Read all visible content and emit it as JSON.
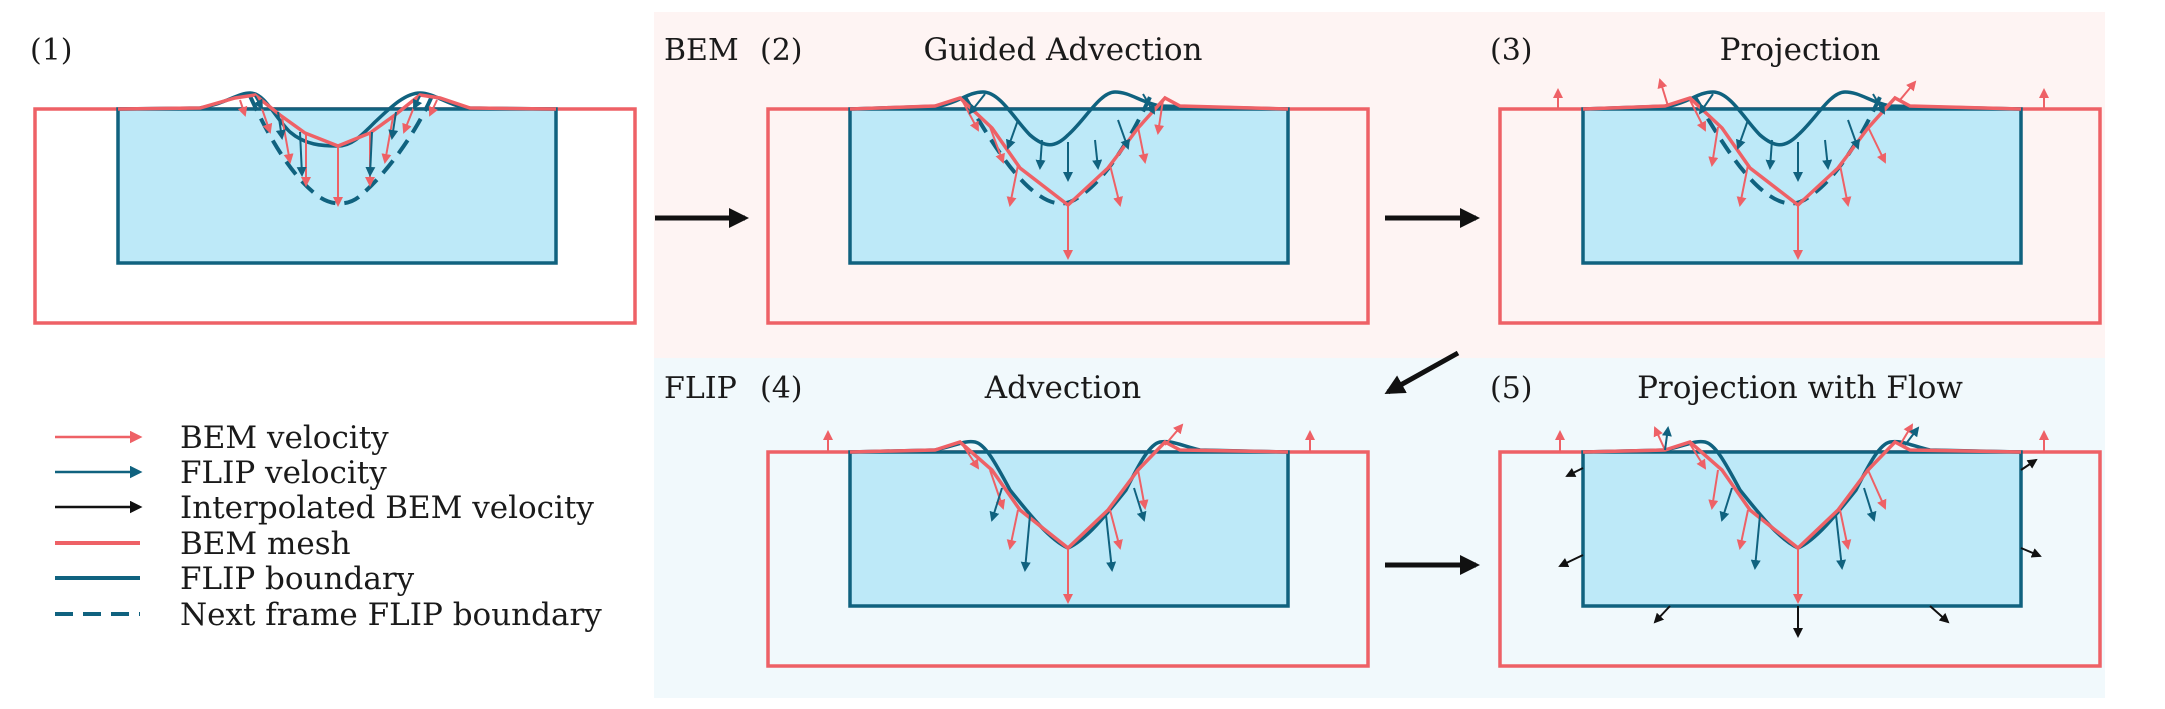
{
  "colors": {
    "bem": "#ee6166",
    "flip": "#10627f",
    "water": "#bde9f8",
    "interp": "#111111",
    "bem_bg": "#fef4f3",
    "flip_bg": "#f1f9fc"
  },
  "sections": {
    "bem": "BEM",
    "flip": "FLIP"
  },
  "panels": [
    {
      "num": "(1)",
      "title": ""
    },
    {
      "num": "(2)",
      "title": "Guided Advection"
    },
    {
      "num": "(3)",
      "title": "Projection"
    },
    {
      "num": "(4)",
      "title": "Advection"
    },
    {
      "num": "(5)",
      "title": "Projection with Flow"
    }
  ],
  "legend": [
    {
      "label": "BEM velocity",
      "symbol": "bem-arrow"
    },
    {
      "label": "FLIP velocity",
      "symbol": "flip-arrow"
    },
    {
      "label": "Interpolated BEM velocity",
      "symbol": "interp-arrow"
    },
    {
      "label": "BEM mesh",
      "symbol": "bem-line"
    },
    {
      "label": "FLIP boundary",
      "symbol": "flip-line"
    },
    {
      "label": "Next frame FLIP boundary",
      "symbol": "flip-dashed-line"
    }
  ]
}
